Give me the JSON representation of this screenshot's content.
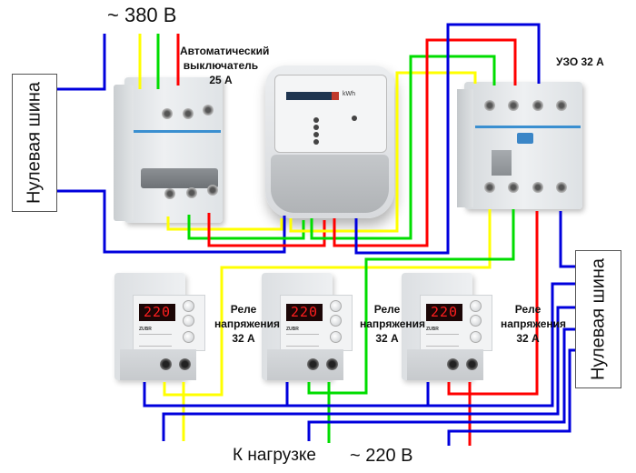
{
  "title_voltage_in": "~ 380 В",
  "title_voltage_out": "~ 220 В",
  "load_label": "К нагрузке",
  "breaker": {
    "label_line1": "Автоматический",
    "label_line2": "выключатель",
    "label_line3": "25 А"
  },
  "meter": {
    "unit": "kWh"
  },
  "rcd": {
    "label": "УЗО 32 А"
  },
  "neutral_bus_left": {
    "label": "Нулевая шина"
  },
  "neutral_bus_right": {
    "label": "Нулевая шина"
  },
  "relays": [
    {
      "display": "220",
      "brand": "ZUBR",
      "label_line1": "Реле",
      "label_line2": "напряжения",
      "label_line3": "32 А"
    },
    {
      "display": "220",
      "brand": "ZUBR",
      "label_line1": "Реле",
      "label_line2": "напряжения",
      "label_line3": "32 А"
    },
    {
      "display": "220",
      "brand": "ZUBR",
      "label_line1": "Реле",
      "label_line2": "напряжения",
      "label_line3": "32 А"
    }
  ],
  "wire_colors": {
    "phase_a": "#ffff00",
    "phase_b": "#00dd00",
    "phase_c": "#ff0000",
    "neutral": "#0000dd"
  }
}
